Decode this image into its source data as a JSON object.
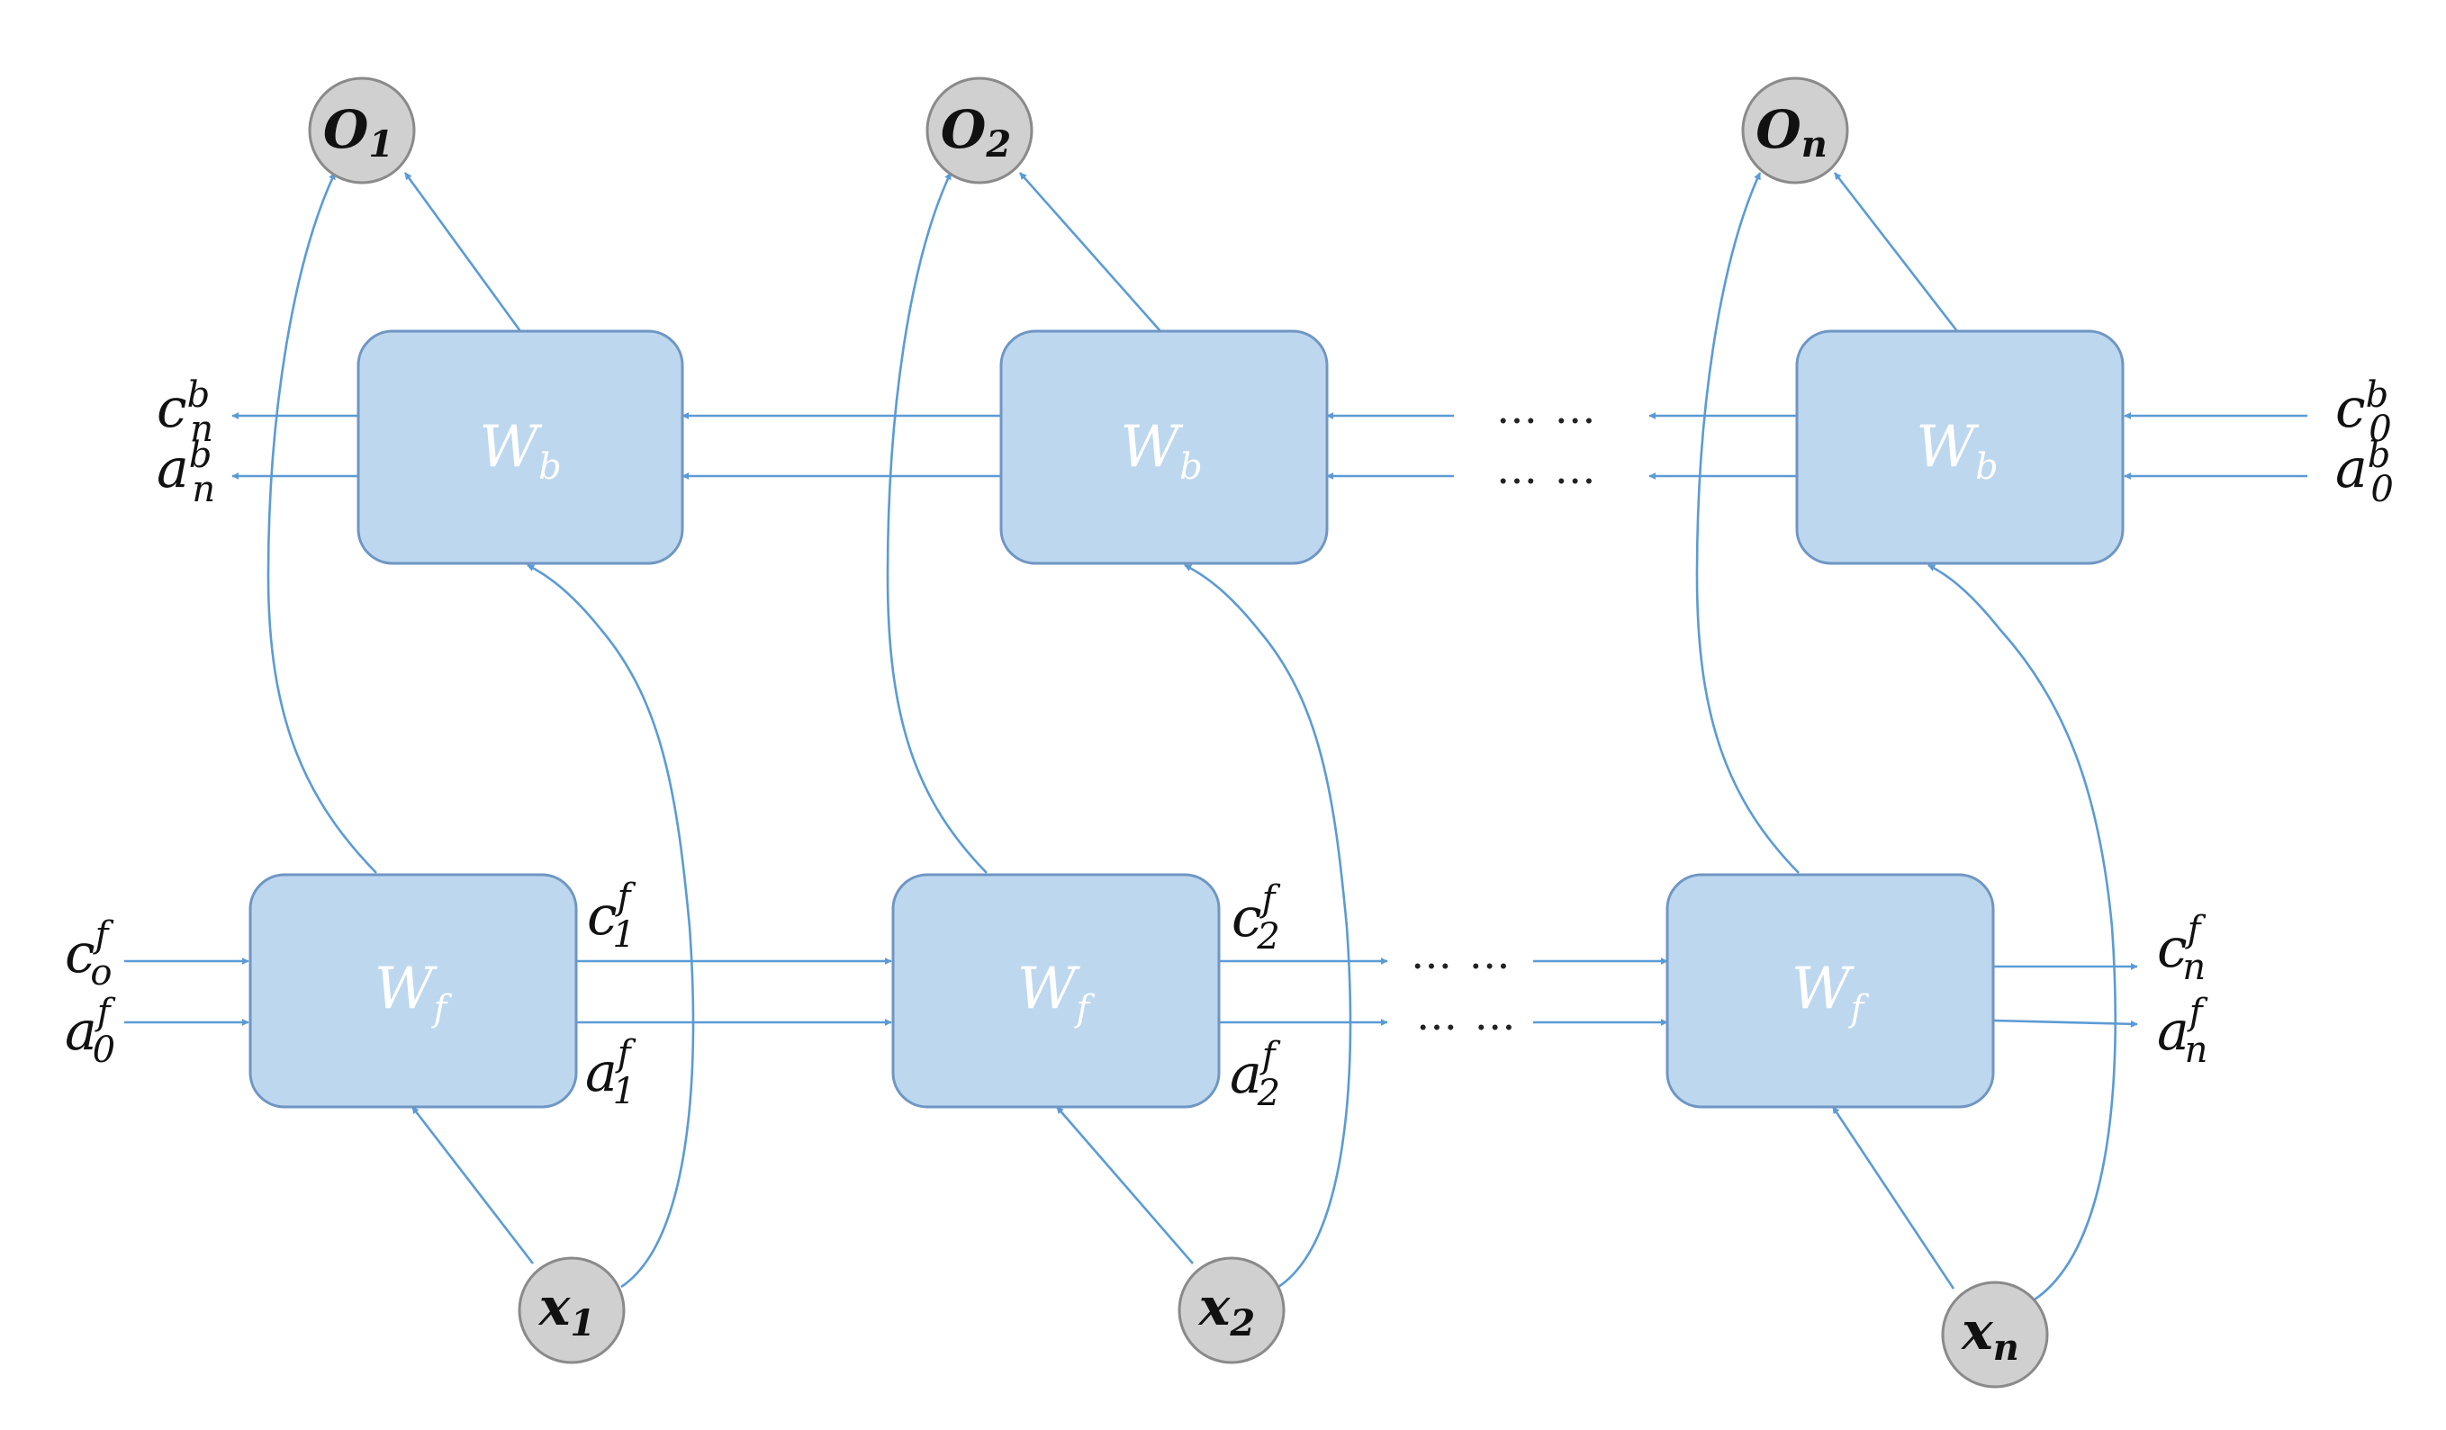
{
  "colors": {
    "box_fill": "#bdd7ee",
    "box_stroke": "#6f96c4",
    "edge": "#5b9bd5",
    "node_fill": "#d0d0d0"
  },
  "boxes": {
    "backward": [
      {
        "label": "W",
        "sub": "b"
      },
      {
        "label": "W",
        "sub": "b"
      },
      {
        "label": "W",
        "sub": "b"
      }
    ],
    "forward": [
      {
        "label": "W",
        "sub": "f"
      },
      {
        "label": "W",
        "sub": "f"
      },
      {
        "label": "W",
        "sub": "f"
      }
    ]
  },
  "outputs": [
    {
      "label": "O",
      "sub": "1"
    },
    {
      "label": "O",
      "sub": "2"
    },
    {
      "label": "O",
      "sub": "n"
    }
  ],
  "inputs": [
    {
      "label": "x",
      "sub": "1"
    },
    {
      "label": "x",
      "sub": "2"
    },
    {
      "label": "x",
      "sub": "n"
    }
  ],
  "states": {
    "backward_out_c": {
      "base": "c",
      "sub": "n",
      "sup": "b"
    },
    "backward_out_a": {
      "base": "a",
      "sub": "n",
      "sup": "b"
    },
    "backward_in_c": {
      "base": "c",
      "sub": "0",
      "sup": "b"
    },
    "backward_in_a": {
      "base": "a",
      "sub": "0",
      "sup": "b"
    },
    "forward_in_c": {
      "base": "c",
      "sub": "o",
      "sup": "f"
    },
    "forward_in_a": {
      "base": "a",
      "sub": "0",
      "sup": "f"
    },
    "forward_c1": {
      "base": "c",
      "sub": "1",
      "sup": "f"
    },
    "forward_a1": {
      "base": "a",
      "sub": "1",
      "sup": "f"
    },
    "forward_c2": {
      "base": "c",
      "sub": "2",
      "sup": "f"
    },
    "forward_a2": {
      "base": "a",
      "sub": "2",
      "sup": "f"
    },
    "forward_out_c": {
      "base": "c",
      "sub": "n",
      "sup": "f"
    },
    "forward_out_a": {
      "base": "a",
      "sub": "n",
      "sup": "f"
    }
  },
  "ellipsis": "… …"
}
